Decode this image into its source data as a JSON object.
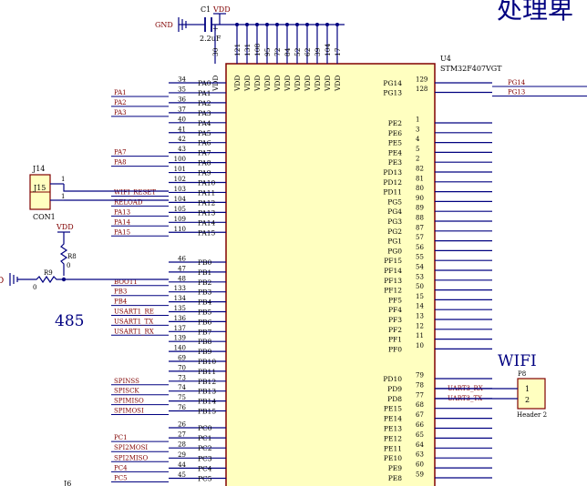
{
  "title_fragment": "处理卑",
  "chip": {
    "ref": "U4",
    "part": "STM32F407VGT",
    "top_pins": [
      {
        "num": "30",
        "name": "VDD"
      },
      {
        "num": "121",
        "name": "VDD"
      },
      {
        "num": "131",
        "name": "VDD"
      },
      {
        "num": "108",
        "name": "VDD"
      },
      {
        "num": "95",
        "name": "VDD"
      },
      {
        "num": "72",
        "name": "VDD"
      },
      {
        "num": "84",
        "name": "VDD"
      },
      {
        "num": "52",
        "name": "VDD"
      },
      {
        "num": "62",
        "name": "VDD"
      },
      {
        "num": "39",
        "name": "VDD"
      },
      {
        "num": "104",
        "name": "VDD"
      },
      {
        "num": "17",
        "name": "VDD"
      }
    ],
    "left_pins": [
      {
        "num": "34",
        "name": "PA0",
        "net": ""
      },
      {
        "num": "35",
        "name": "PA1",
        "net": "PA1"
      },
      {
        "num": "36",
        "name": "PA2",
        "net": "PA2"
      },
      {
        "num": "37",
        "name": "PA3",
        "net": "PA3"
      },
      {
        "num": "40",
        "name": "PA4",
        "net": ""
      },
      {
        "num": "41",
        "name": "PA5",
        "net": ""
      },
      {
        "num": "42",
        "name": "PA6",
        "net": ""
      },
      {
        "num": "43",
        "name": "PA7",
        "net": "PA7"
      },
      {
        "num": "100",
        "name": "PA8",
        "net": "PA8"
      },
      {
        "num": "101",
        "name": "PA9",
        "net": ""
      },
      {
        "num": "102",
        "name": "PA10",
        "net": ""
      },
      {
        "num": "103",
        "name": "PA11",
        "net": "WIFI_RESET"
      },
      {
        "num": "104",
        "name": "PA12",
        "net": "RELOAD"
      },
      {
        "num": "105",
        "name": "PA13",
        "net": "PA13"
      },
      {
        "num": "109",
        "name": "PA14",
        "net": "PA14"
      },
      {
        "num": "110",
        "name": "PA15",
        "net": "PA15"
      },
      {
        "num": "46",
        "name": "PB0",
        "net": ""
      },
      {
        "num": "47",
        "name": "PB1",
        "net": ""
      },
      {
        "num": "48",
        "name": "PB2",
        "net": "BOOT1"
      },
      {
        "num": "133",
        "name": "PB3",
        "net": "PB3"
      },
      {
        "num": "134",
        "name": "PB4",
        "net": "PB4"
      },
      {
        "num": "135",
        "name": "PB5",
        "net": "USART1_RE"
      },
      {
        "num": "136",
        "name": "PB6",
        "net": "USART1_TX"
      },
      {
        "num": "137",
        "name": "PB7",
        "net": "USART1_RX"
      },
      {
        "num": "139",
        "name": "PB8",
        "net": ""
      },
      {
        "num": "140",
        "name": "PB9",
        "net": ""
      },
      {
        "num": "69",
        "name": "PB10",
        "net": ""
      },
      {
        "num": "70",
        "name": "PB11",
        "net": ""
      },
      {
        "num": "73",
        "name": "PB12",
        "net": "SPINSS"
      },
      {
        "num": "74",
        "name": "PB13",
        "net": "SPISCK"
      },
      {
        "num": "75",
        "name": "PB14",
        "net": "SPIMISO"
      },
      {
        "num": "76",
        "name": "PB15",
        "net": "SPIMOSI"
      },
      {
        "num": "26",
        "name": "PC0",
        "net": ""
      },
      {
        "num": "27",
        "name": "PC1",
        "net": "PC1"
      },
      {
        "num": "28",
        "name": "PC2",
        "net": "SPI2MOSI"
      },
      {
        "num": "29",
        "name": "PC3",
        "net": "SPI2MISO"
      },
      {
        "num": "44",
        "name": "PC4",
        "net": "PC4"
      },
      {
        "num": "45",
        "name": "PC5",
        "net": "PC5"
      }
    ],
    "right_pins": [
      {
        "num": "129",
        "name": "PG14",
        "net": "PG14"
      },
      {
        "num": "128",
        "name": "PG13",
        "net": "PG13"
      },
      {
        "num": "1",
        "name": "PE2",
        "net": ""
      },
      {
        "num": "3",
        "name": "PE6",
        "net": ""
      },
      {
        "num": "4",
        "name": "PE5",
        "net": ""
      },
      {
        "num": "5",
        "name": "PE4",
        "net": ""
      },
      {
        "num": "2",
        "name": "PE3",
        "net": ""
      },
      {
        "num": "82",
        "name": "PD13",
        "net": ""
      },
      {
        "num": "81",
        "name": "PD12",
        "net": ""
      },
      {
        "num": "80",
        "name": "PD11",
        "net": ""
      },
      {
        "num": "90",
        "name": "PG5",
        "net": ""
      },
      {
        "num": "89",
        "name": "PG4",
        "net": ""
      },
      {
        "num": "88",
        "name": "PG3",
        "net": ""
      },
      {
        "num": "87",
        "name": "PG2",
        "net": ""
      },
      {
        "num": "57",
        "name": "PG1",
        "net": ""
      },
      {
        "num": "56",
        "name": "PG0",
        "net": ""
      },
      {
        "num": "55",
        "name": "PF15",
        "net": ""
      },
      {
        "num": "54",
        "name": "PF14",
        "net": ""
      },
      {
        "num": "53",
        "name": "PF13",
        "net": ""
      },
      {
        "num": "50",
        "name": "PF12",
        "net": ""
      },
      {
        "num": "15",
        "name": "PF5",
        "net": ""
      },
      {
        "num": "14",
        "name": "PF4",
        "net": ""
      },
      {
        "num": "13",
        "name": "PF3",
        "net": ""
      },
      {
        "num": "12",
        "name": "PF2",
        "net": ""
      },
      {
        "num": "11",
        "name": "PF1",
        "net": ""
      },
      {
        "num": "10",
        "name": "PF0",
        "net": ""
      },
      {
        "num": "79",
        "name": "PD10",
        "net": ""
      },
      {
        "num": "78",
        "name": "PD9",
        "net": "UART3_RX"
      },
      {
        "num": "77",
        "name": "PD8",
        "net": "UART3_TX"
      },
      {
        "num": "68",
        "name": "PE15",
        "net": ""
      },
      {
        "num": "67",
        "name": "PE14",
        "net": ""
      },
      {
        "num": "66",
        "name": "PE13",
        "net": ""
      },
      {
        "num": "65",
        "name": "PE12",
        "net": ""
      },
      {
        "num": "64",
        "name": "PE11",
        "net": ""
      },
      {
        "num": "63",
        "name": "PE10",
        "net": ""
      },
      {
        "num": "60",
        "name": "PE9",
        "net": ""
      },
      {
        "num": "59",
        "name": "PE8",
        "net": ""
      }
    ]
  },
  "cap": {
    "ref": "C1",
    "value": "2.2uF",
    "gnd": "GND",
    "vdd": "VDD",
    "plus": "+"
  },
  "j14": {
    "ref": "J14",
    "body": "J15",
    "value": "CON1",
    "pins": [
      "1",
      "1"
    ]
  },
  "r8": {
    "ref": "R8",
    "value": "0",
    "vdd": "VDD"
  },
  "r9": {
    "ref": "R9",
    "value": "0"
  },
  "label_485": "485",
  "label_d": "D",
  "wifi": {
    "title": "WIFI",
    "ref": "P8",
    "value": "Header 2",
    "pins": [
      "1",
      "2"
    ]
  },
  "partial_ref": "J6",
  "colors": {
    "wire": "#000080",
    "net": "#800000",
    "body": "#ffffc0",
    "outline": "#800000",
    "text": "#000080",
    "junction": "#000080"
  }
}
